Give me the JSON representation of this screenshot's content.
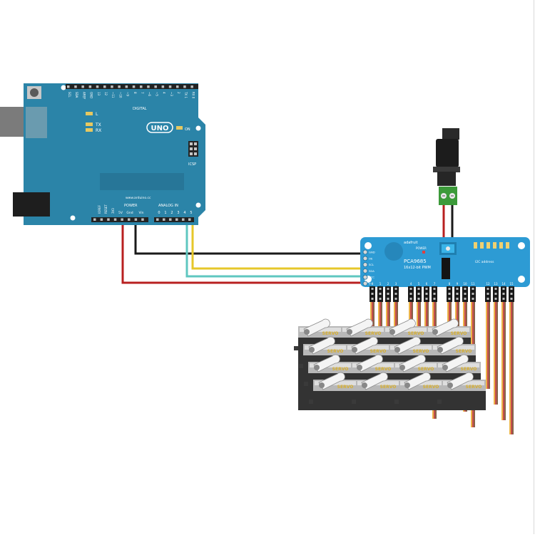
{
  "arduino": {
    "logo": "UNO",
    "on_label": "ON",
    "l_label": "L",
    "tx_label": "TX",
    "rx_label": "RX",
    "icsp_label": "ICSP",
    "digital_label": "DIGITAL",
    "power_label": "POWER",
    "analog_label": "ANALOG IN",
    "website": "www.arduino.cc",
    "top_pin_labels": [
      "SCL",
      "SDA",
      "AREF",
      "GND",
      "13",
      "12",
      "~11",
      "~10",
      "~9",
      "8",
      "7",
      "~6",
      "~5",
      "4",
      "~3",
      "2",
      "TX 1",
      "RX 0"
    ],
    "power_pin_labels": [
      "IOREF",
      "RESET",
      "3V3",
      "5V",
      "Gnd",
      "Vin"
    ],
    "analog_pin_labels": [
      "0",
      "1",
      "2",
      "3",
      "4",
      "5"
    ]
  },
  "pwm_board": {
    "brand": "adafruit",
    "chip_name": "PCA9685",
    "description": "16x12-bit PWM",
    "power_label": "POWER",
    "i2c_label": "I2C address",
    "left_pins": [
      "GND",
      "OE",
      "SCL",
      "SDA",
      "VCC",
      "V+"
    ],
    "channel_numbers": [
      "0",
      "1",
      "2",
      "3",
      "4",
      "5",
      "6",
      "7",
      "8",
      "9",
      "10",
      "11",
      "12",
      "13",
      "14",
      "15"
    ]
  },
  "servo_label": "SERVO",
  "colors": {
    "arduino_blue": "#2b84a8",
    "pwm_blue": "#2d9bd4",
    "wire_red": "#b82020",
    "wire_black": "#1a1a1a",
    "wire_yellow": "#e6c72a",
    "wire_cyan": "#5fc7c0",
    "wire_orange": "#e8a21c",
    "servo_body": "#333333"
  }
}
